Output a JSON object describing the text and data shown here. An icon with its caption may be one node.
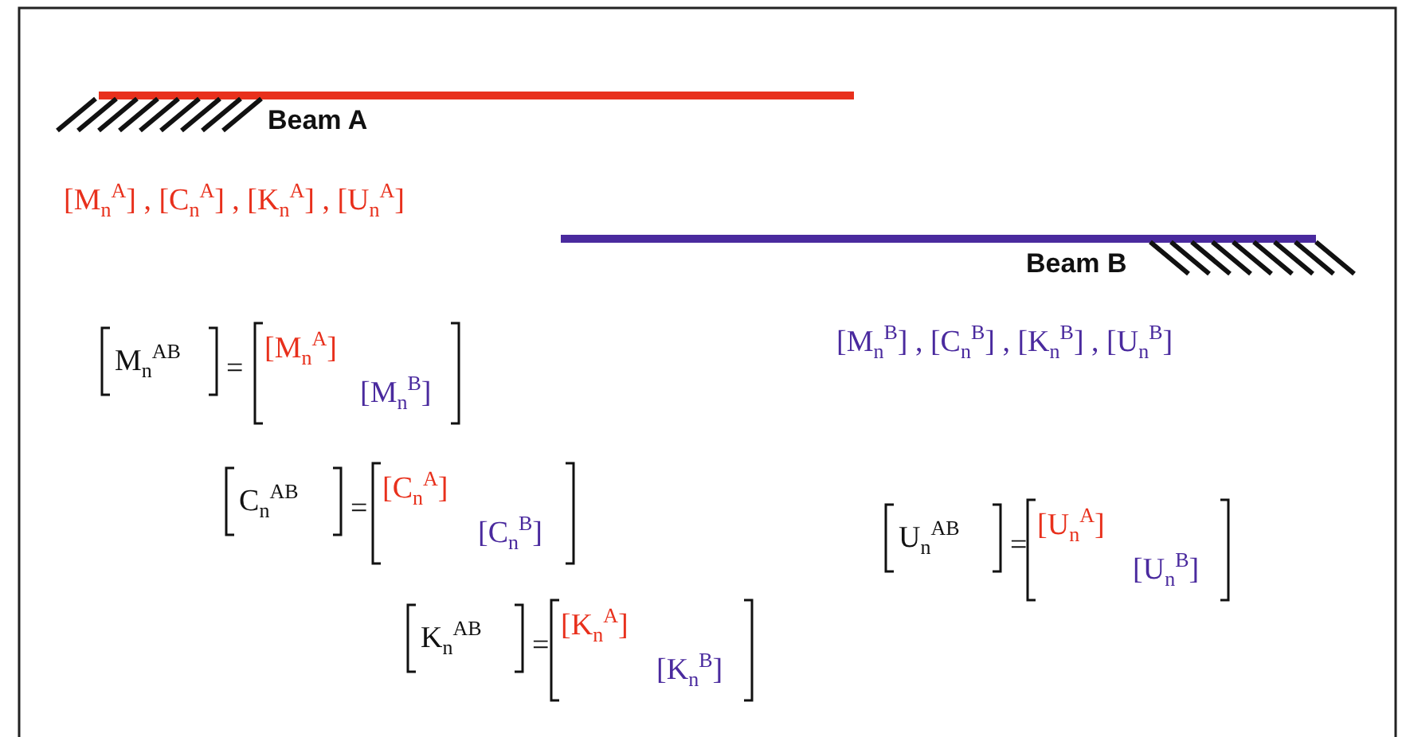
{
  "diagram": {
    "labels": [
      "Beam A",
      "[M$_{n}$$^{A}$] , [C$_{n}$$^{A}$] , [K$_{n}$$^{A}$] , [U$_{n}$$^{A}$]",
      "Beam B",
      "[M$_{n}$$^{B}$] , [C$_{n}$$^{B}$] , [K$_{n}$$^{B}$] , [U$_{n}$$^{B}$]",
      "M$_{n}$$^{AB}$",
      "=",
      "[M$_{n}$$^{A}$]",
      "[M$_{n}$$^{B}$]",
      "C$_{n}$$^{AB}$",
      "=",
      "[C$_{n}$$^{A}$]",
      "[C$_{n}$$^{B}$]",
      "U$_{n}$$^{AB}$",
      "=",
      "[U$_{n}$$^{A}$]",
      "[U$_{n}$$^{B}$]",
      "K$_{n}$$^{AB}$",
      "=",
      "[K$_{n}$$^{A}$]",
      "[K$_{n}$$^{B}$]"
    ]
  }
}
